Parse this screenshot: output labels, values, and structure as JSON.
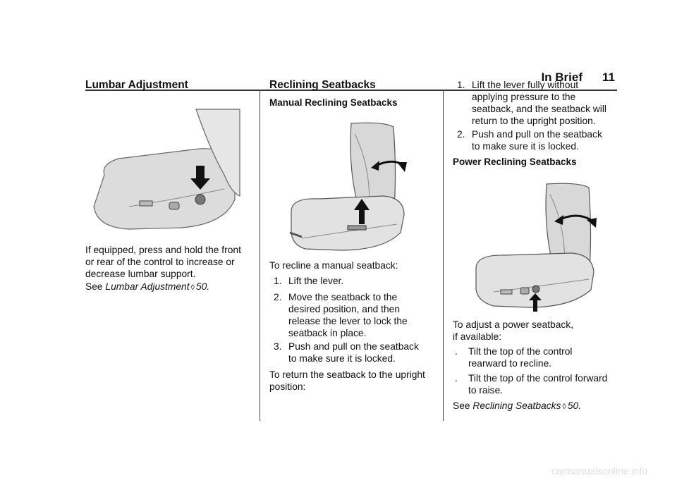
{
  "header": {
    "section": "In Brief",
    "page_number": "11"
  },
  "col1": {
    "title": "Lumbar Adjustment",
    "body": [
      "If equipped, press and hold the front",
      "or rear of the control to increase or",
      "decrease lumbar support."
    ],
    "see_prefix": "See",
    "see_link": "Lumbar Adjustment",
    "see_page": "50",
    "see_suffix": "."
  },
  "col2": {
    "title": "Reclining Seatbacks",
    "subtitle": "Manual Reclining Seatbacks",
    "intro": "To recline a manual seatback:",
    "steps": [
      {
        "n": "1.",
        "lines": [
          "Lift the lever."
        ]
      },
      {
        "n": "2.",
        "lines": [
          "Move the seatback to the",
          "desired position, and then",
          "release the lever to lock the",
          "seatback in place."
        ]
      },
      {
        "n": "3.",
        "lines": [
          "Push and pull on the seatback",
          "to make sure it is locked."
        ]
      }
    ],
    "return": [
      "To return the seatback to the upright",
      "position:"
    ]
  },
  "col3": {
    "steps": [
      {
        "n": "1.",
        "lines": [
          "Lift the lever fully without",
          "applying pressure to the",
          "seatback, and the seatback will",
          "return to the upright position."
        ]
      },
      {
        "n": "2.",
        "lines": [
          "Push and pull on the seatback",
          "to make sure it is locked."
        ]
      }
    ],
    "subtitle": "Power Reclining Seatbacks",
    "intro": [
      "To adjust a power seatback,",
      "if available:"
    ],
    "bullets": [
      {
        "mark": ".",
        "lines": [
          "Tilt the top of the control",
          "rearward to recline."
        ]
      },
      {
        "mark": ".",
        "lines": [
          "Tilt the top of the control forward",
          "to raise."
        ]
      }
    ],
    "see_prefix": "See",
    "see_link": "Reclining Seatbacks",
    "see_page": "50",
    "see_suffix": "."
  },
  "footer": {
    "watermark": "carmanualsonline.info"
  },
  "icons": {
    "page_ref": "page-ref-icon"
  }
}
